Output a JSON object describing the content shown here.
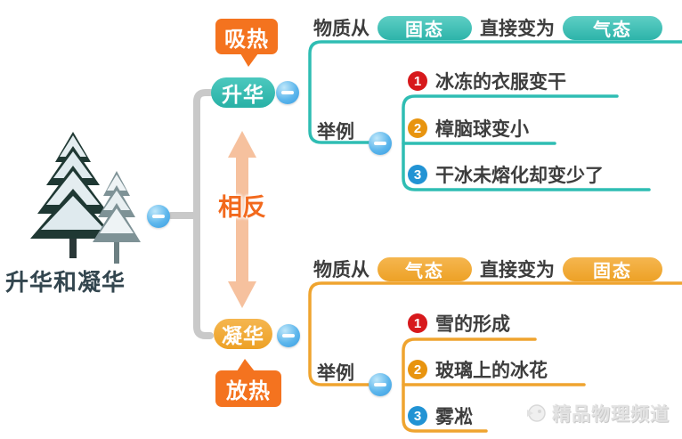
{
  "root": {
    "label": "升华和凝华"
  },
  "center": {
    "opposite_label": "相反"
  },
  "top": {
    "heat_label": "吸热",
    "node_label": "升华",
    "definition": {
      "prefix": "物质从",
      "from_state": "固态",
      "middle": "直接变为",
      "to_state": "气态"
    },
    "examples_label": "举例",
    "examples": [
      {
        "num": "1",
        "text": "冰冻的衣服变干"
      },
      {
        "num": "2",
        "text": "樟脑球变小"
      },
      {
        "num": "3",
        "text": "干冰未熔化却变少了"
      }
    ]
  },
  "bottom": {
    "heat_label": "放热",
    "node_label": "凝华",
    "definition": {
      "prefix": "物质从",
      "from_state": "气态",
      "middle": "直接变为",
      "to_state": "固态"
    },
    "examples_label": "举例",
    "examples": [
      {
        "num": "1",
        "text": "雪的形成"
      },
      {
        "num": "2",
        "text": "玻璃上的冰花"
      },
      {
        "num": "3",
        "text": "雾凇"
      }
    ]
  },
  "watermark": {
    "text": "精品物理频道"
  },
  "colors": {
    "teal": "#2fbdb3",
    "amber": "#efa42f",
    "callout_orange": "#f4731f",
    "opposite_orange": "#f2691d",
    "arrow_peach": "#f6c19e",
    "connector_gray": "#c9c9c9",
    "toggle_blue": "#4aa9e8",
    "badge_red": "#d7191c",
    "badge_orange": "#e8940f",
    "badge_blue": "#2293d4",
    "text_dark": "#3d3d3d",
    "root_text": "#33464f"
  }
}
